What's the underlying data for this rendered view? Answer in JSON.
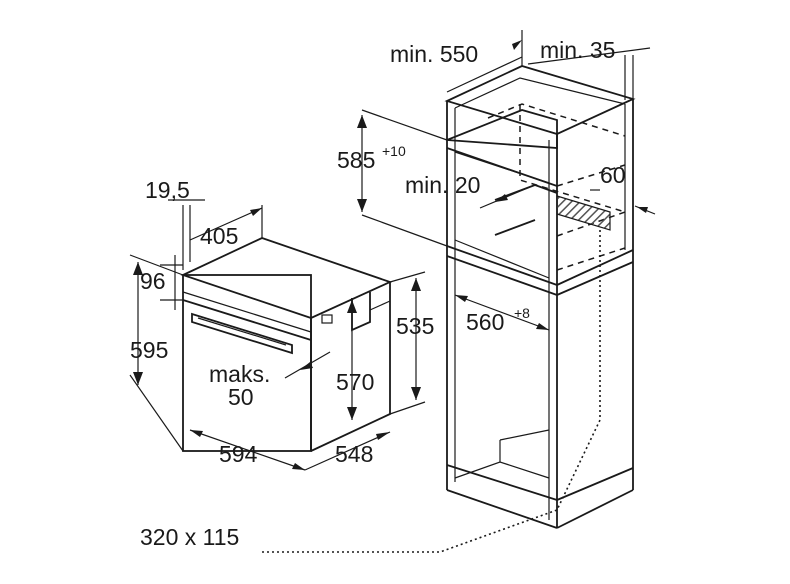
{
  "labels": {
    "min550": "min. 550",
    "min35": "min. 35",
    "d585": "585",
    "d585_sup": "+10",
    "min20": "min. 20",
    "d60": "60",
    "d19_5": "19,5",
    "d405": "405",
    "d96": "96",
    "d595": "595",
    "d535": "535",
    "d560": "560",
    "d560_sup": "+8",
    "maks": "maks.",
    "d50": "50",
    "d570": "570",
    "d594": "594",
    "d548": "548",
    "vent": "320 x 115"
  },
  "colors": {
    "line": "#1a1a1a",
    "background": "#ffffff",
    "hatch": "#555555"
  }
}
